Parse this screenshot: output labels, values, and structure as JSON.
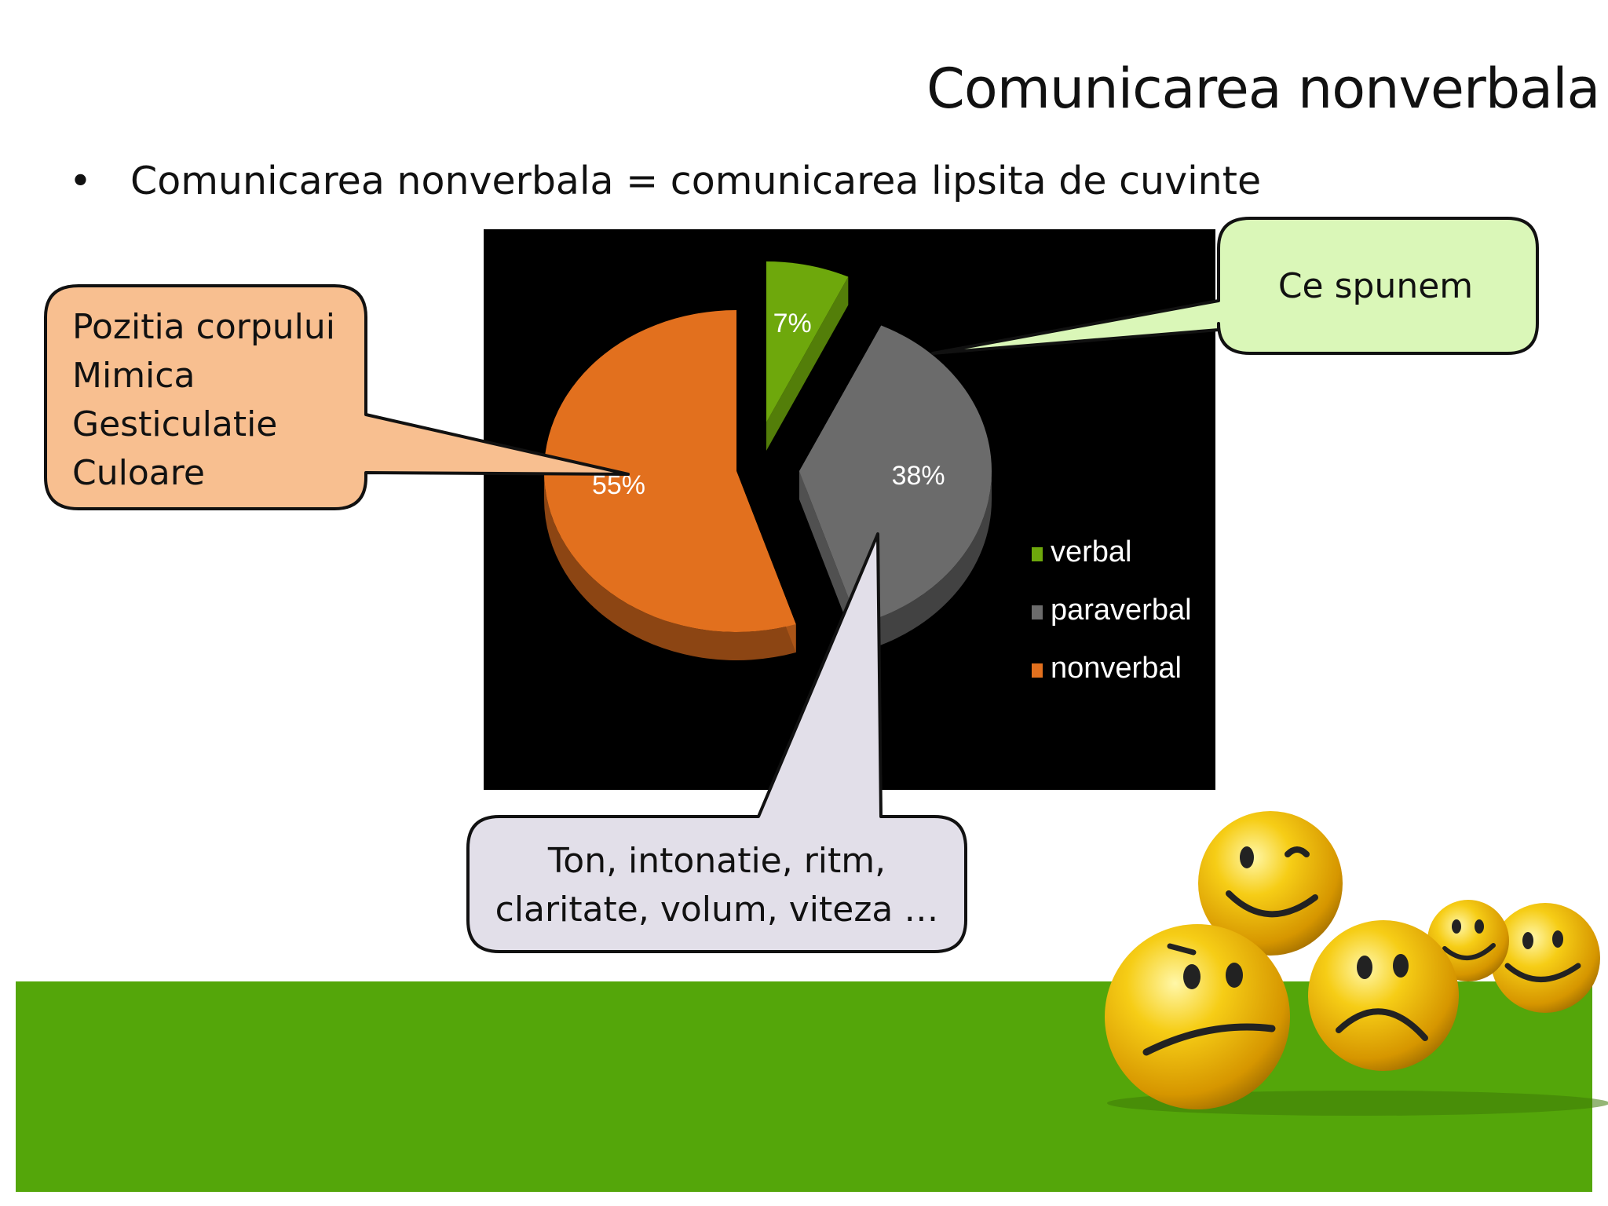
{
  "slide": {
    "title": "Comunicarea nonverbala",
    "bullet": "Comunicarea  nonverbala = comunicarea lipsita de cuvinte"
  },
  "chart_data": {
    "type": "pie",
    "categories": [
      "verbal",
      "paraverbal",
      "nonverbal"
    ],
    "values": [
      7,
      38,
      55
    ],
    "data_labels": [
      "7%",
      "38%",
      "55%"
    ],
    "colors": [
      "#6ea80c",
      "#6b6b6b",
      "#e2701e"
    ],
    "background": "#000000",
    "exploded": true,
    "three_d": true,
    "legend": "right"
  },
  "callouts": {
    "nonverbal": {
      "lines": [
        "Pozitia corpului",
        "Mimica",
        "Gesticulatie",
        "Culoare"
      ],
      "color": "#f8bf90"
    },
    "verbal": {
      "lines": [
        "Ce spunem"
      ],
      "color": "#daf7b8"
    },
    "paraverbal": {
      "lines": [
        "Ton, intonatie, ritm,",
        "claritate, volum, viteza …"
      ],
      "color": "#e2dfe9"
    }
  },
  "decor": {
    "ground_color": "#54a60a",
    "smiley_color": "#f2c200",
    "smiley_icons": [
      "wink-smiley-icon",
      "frown-smiley-icon",
      "confused-smiley-icon",
      "smile-smiley-icon",
      "small-smiley-icon"
    ]
  }
}
